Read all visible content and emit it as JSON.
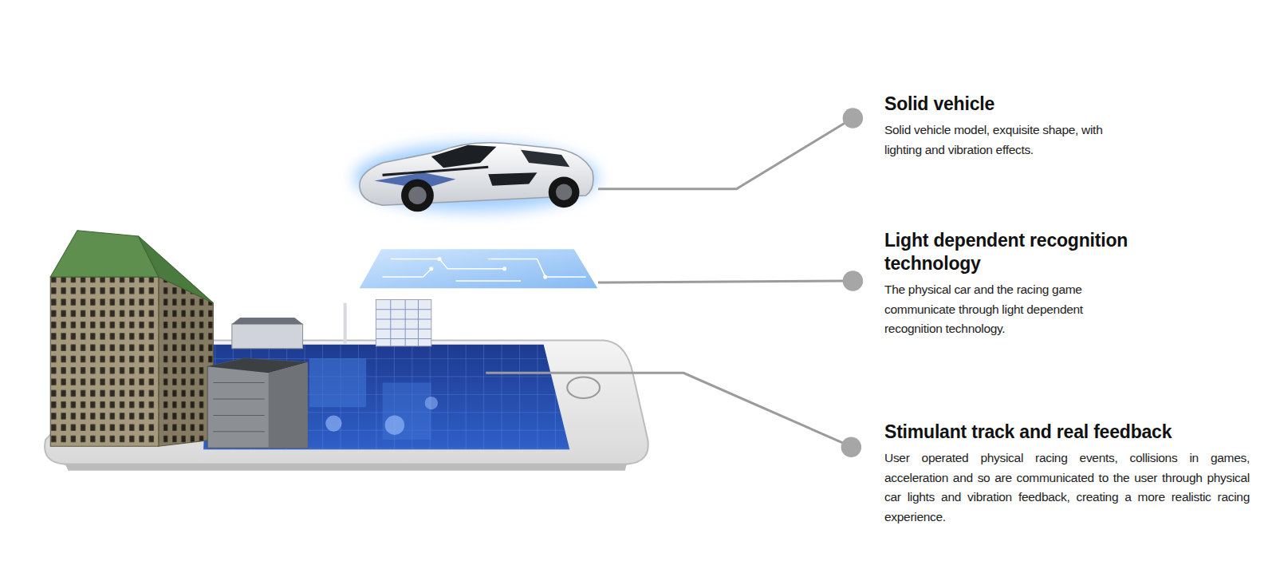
{
  "diagram": {
    "nodes": [
      {
        "text": [
          "Solid vehicle",
          "Solid vehicle model, exquisite shape, with lighting and vibration effects."
        ]
      },
      {
        "text": [
          "Light dependent recognition technology",
          "The physical car and the racing game communicate through light dependent recognition technology."
        ]
      },
      {
        "text": [
          "Stimulant track and real feedback",
          "User operated physical racing events, collisions in games, acceleration and so are communicated to the user through physical car lights and vibration feedback, creating a more realistic racing experience."
        ]
      }
    ]
  }
}
